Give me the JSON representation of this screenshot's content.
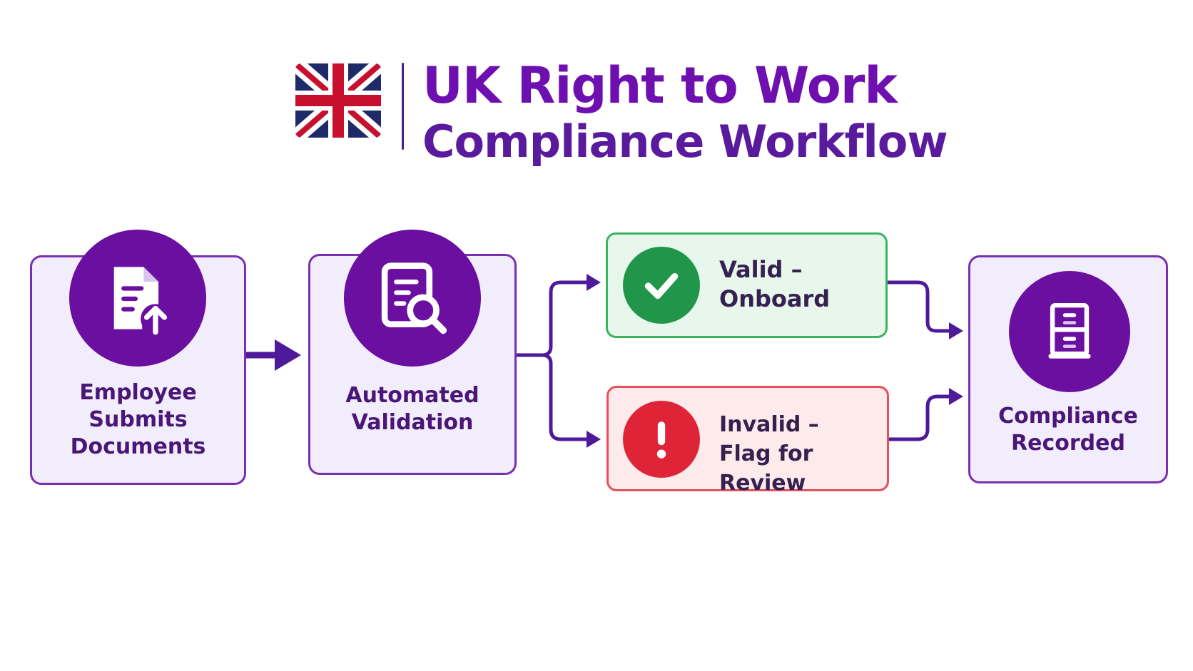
{
  "header": {
    "title_line1": "UK Right to Work",
    "title_line2": "Compliance Workflow"
  },
  "steps": [
    {
      "label_lines": [
        "Employee",
        "Submits",
        "Documents"
      ],
      "icon": "document-upload-icon"
    },
    {
      "label_lines": [
        "Automated",
        "Validation"
      ],
      "icon": "document-search-icon"
    },
    {
      "label_lines": [
        "Compliance",
        "Recorded"
      ],
      "icon": "filing-cabinet-icon"
    }
  ],
  "outcomes": {
    "valid": {
      "line1": "Valid –",
      "line2": "Onboard",
      "icon": "checkmark-icon",
      "color": "#21964b"
    },
    "invalid": {
      "line1": "Invalid –",
      "line2": "Flag for Review",
      "icon": "exclamation-icon",
      "color": "#e02438"
    }
  },
  "colors": {
    "primary": "#6a0f9f",
    "connector": "#4e1a99",
    "box_fill": "#f1edfb"
  },
  "flag": "uk-flag-icon"
}
